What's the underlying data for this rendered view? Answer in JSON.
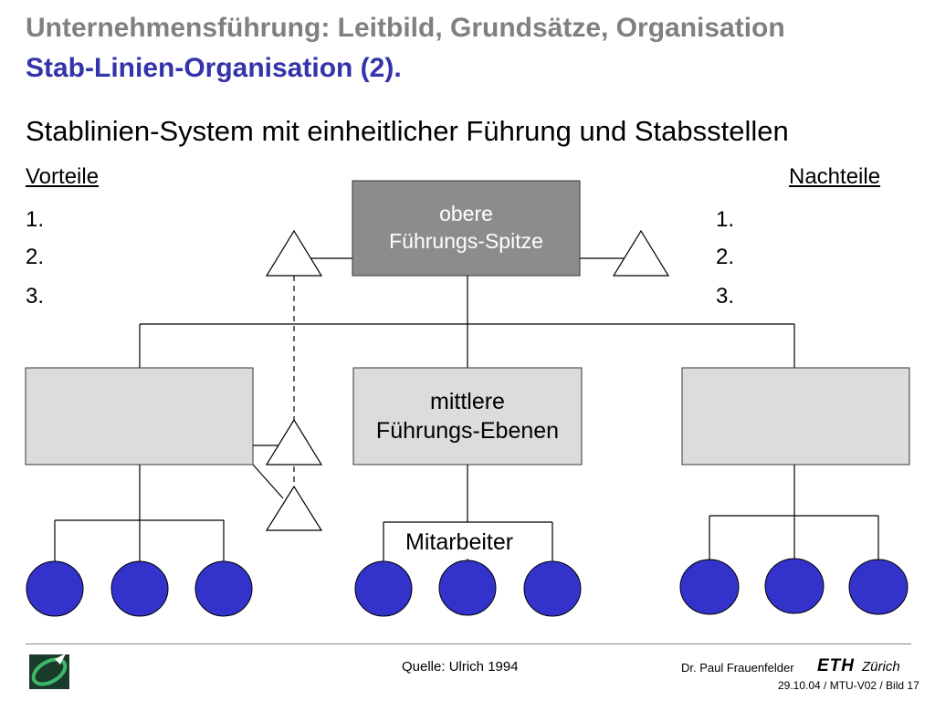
{
  "header": {
    "title": "Unternehmensführung: Leitbild, Grundsätze, Organisation",
    "subtitle_colored": "Stab-Linien-Organisation (2).",
    "heading": "Stablinien-System mit einheitlicher Führung und Stabsstellen"
  },
  "advantages": {
    "label": "Vorteile",
    "items": [
      "1.",
      "2.",
      "3."
    ]
  },
  "disadvantages": {
    "label": "Nachteile",
    "items": [
      "1.",
      "2.",
      "3."
    ]
  },
  "diagram": {
    "top_box": {
      "line1": "obere",
      "line2": "Führungs-Spitze"
    },
    "mid_box": {
      "line1": "mittlere",
      "line2": "Führungs-Ebenen"
    },
    "employees_label": "Mitarbeiter"
  },
  "colors": {
    "title_gray": "#808080",
    "title_blue": "#3333aa",
    "top_box_fill": "#8c8c8c",
    "mid_box_fill": "#dcdcdc",
    "employee_fill": "#3333cc"
  },
  "footer": {
    "source": "Quelle: Ulrich 1994",
    "author": "Dr. Paul Frauenfelder",
    "eth": "ETH",
    "zurich": "Zürich",
    "slide_ref": "29.10.04 / MTU-V02 / Bild 17"
  }
}
